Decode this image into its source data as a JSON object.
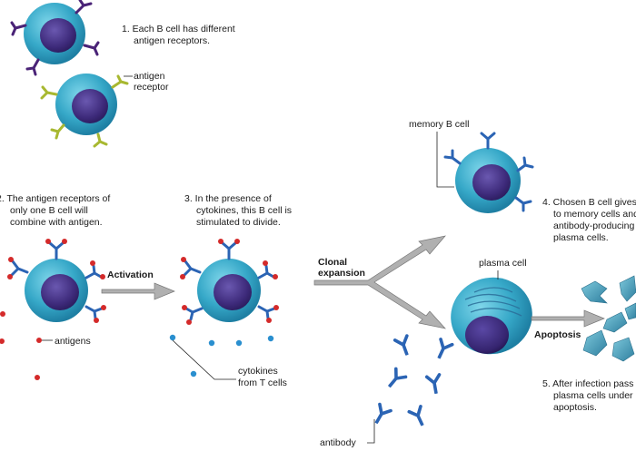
{
  "steps": {
    "s1": [
      "1. Each B cell has different",
      "antigen receptors."
    ],
    "s2": [
      "2. The antigen receptors of",
      "only one B cell will",
      "combine with antigen."
    ],
    "s3": [
      "3. In the presence of",
      "cytokines, this B cell is",
      "stimulated to divide."
    ],
    "s4": [
      "4. Chosen B cell gives",
      "to memory cells and",
      "antibody-producing",
      "plasma cells."
    ],
    "s5": [
      "5. After infection pass",
      "plasma cells under",
      "apoptosis."
    ]
  },
  "labels": {
    "antigen_receptor": [
      "antigen",
      "receptor"
    ],
    "antigens": "antigens",
    "cytokines": [
      "cytokines",
      "from T cells"
    ],
    "memory_b_cell": "memory B cell",
    "plasma_cell": "plasma cell",
    "antibody": "antibody"
  },
  "arrows": {
    "activation": "Activation",
    "clonal_expansion": [
      "Clonal",
      "expansion"
    ],
    "apoptosis": "Apoptosis"
  },
  "colors": {
    "cell_body": "#36a8c8",
    "nucleus": "#3d2a7a",
    "receptor_purple": "#4a2377",
    "receptor_green": "#a8b830",
    "receptor_blue": "#2b64b4",
    "antigen_red": "#d42a2a",
    "cytokine_blue": "#2a8fcf",
    "arrow_gray": "#9a9a9a"
  }
}
